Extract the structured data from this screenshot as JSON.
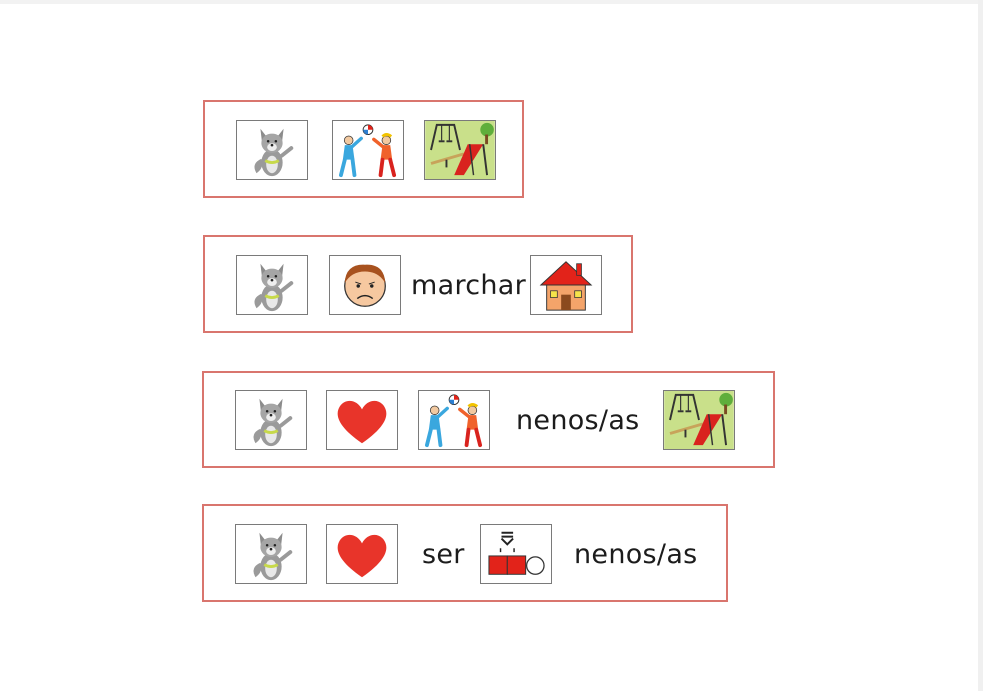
{
  "rows": [
    {
      "items": [
        {
          "kind": "icon",
          "icon": "wolf-icon"
        },
        {
          "kind": "icon",
          "icon": "kids-playing-ball-icon"
        },
        {
          "kind": "icon",
          "icon": "playground-icon"
        }
      ]
    },
    {
      "items": [
        {
          "kind": "icon",
          "icon": "wolf-icon"
        },
        {
          "kind": "icon",
          "icon": "sad-face-icon"
        },
        {
          "kind": "word",
          "text": "marchar"
        },
        {
          "kind": "icon",
          "icon": "house-icon"
        }
      ]
    },
    {
      "items": [
        {
          "kind": "icon",
          "icon": "wolf-icon"
        },
        {
          "kind": "icon",
          "icon": "heart-icon"
        },
        {
          "kind": "icon",
          "icon": "kids-playing-ball-icon"
        },
        {
          "kind": "word",
          "text": "nenos/as"
        },
        {
          "kind": "icon",
          "icon": "playground-icon"
        }
      ]
    },
    {
      "items": [
        {
          "kind": "icon",
          "icon": "wolf-icon"
        },
        {
          "kind": "icon",
          "icon": "heart-icon"
        },
        {
          "kind": "word",
          "text": "ser"
        },
        {
          "kind": "icon",
          "icon": "different-shapes-icon"
        },
        {
          "kind": "word",
          "text": "nenos/as"
        }
      ]
    }
  ],
  "colors": {
    "row_border": "#d9756e",
    "heart": "#e8342a",
    "roof": "#e2231a",
    "house_wall": "#f4a46a",
    "square_red": "#e2231a",
    "grass": "#c9e08a",
    "slide": "#d9231e"
  }
}
